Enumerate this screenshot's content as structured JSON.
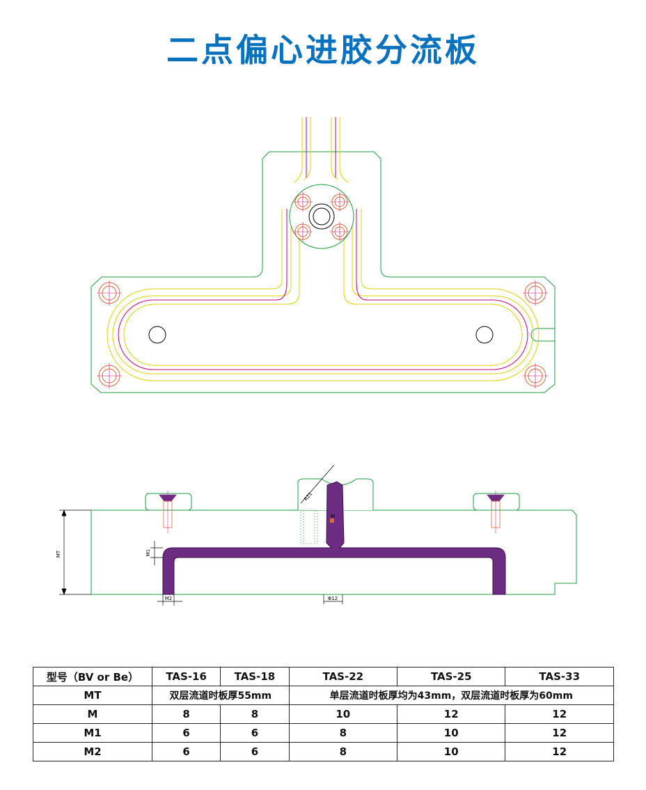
{
  "title": "二点偏心进胶分流板",
  "drawing": {
    "colors": {
      "plate": "#1f9a3c",
      "runner_yellow": "#e0d000",
      "runner_magenta": "#c0007a",
      "bolt": "#d9683a",
      "runner_fill": "#6b2c82"
    },
    "labels": {
      "mt": "MT",
      "m1": "M1",
      "m2": "M2",
      "m": "M",
      "r21": "R21",
      "phi12": "Φ12"
    }
  },
  "table": {
    "header": [
      "型号（BV or Be）",
      "TAS-16",
      "TAS-18",
      "TAS-22",
      "TAS-25",
      "TAS-33"
    ],
    "mt_row": {
      "label": "MT",
      "left": "双层流道时板厚55mm",
      "right": "单层流道时板厚均为43mm，双层流道时板厚为60mm"
    },
    "rows": [
      {
        "label": "M",
        "values": [
          "8",
          "8",
          "10",
          "12",
          "12"
        ]
      },
      {
        "label": "M1",
        "values": [
          "6",
          "6",
          "8",
          "10",
          "12"
        ]
      },
      {
        "label": "M2",
        "values": [
          "6",
          "6",
          "8",
          "10",
          "12"
        ]
      }
    ]
  }
}
